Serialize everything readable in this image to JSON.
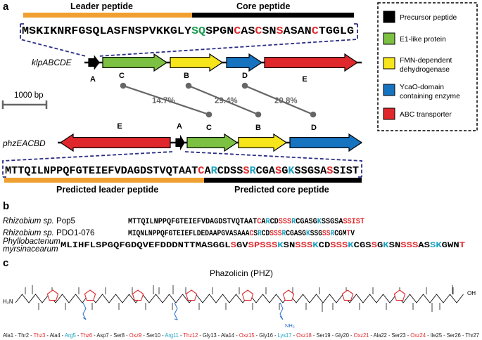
{
  "colors": {
    "orange": "#f0a030",
    "black": "#000000",
    "green": "#7dc142",
    "yellow": "#f7e51b",
    "blue": "#1673c0",
    "red": "#e0282c",
    "navy": "#2b2e84",
    "grey": "#666666",
    "seq_red": "#e0282c",
    "seq_teal": "#1aa0c0",
    "seq_green": "#1a9a50",
    "arg_blue": "#2a6fc7"
  },
  "panel_a": {
    "letter": "a",
    "leader_label": "Leader peptide",
    "core_label": "Core peptide",
    "klp_seq": [
      {
        "t": "MSKIKNRFGSQLASFNSPVKKGLY",
        "c": "black"
      },
      {
        "t": "SQ",
        "c": "seq_green"
      },
      {
        "t": "SPGN",
        "c": "black"
      },
      {
        "t": "C",
        "c": "seq_red"
      },
      {
        "t": "AS",
        "c": "black"
      },
      {
        "t": "C",
        "c": "seq_red"
      },
      {
        "t": "SN",
        "c": "black"
      },
      {
        "t": "S",
        "c": "seq_red"
      },
      {
        "t": "ASAN",
        "c": "black"
      },
      {
        "t": "C",
        "c": "seq_red"
      },
      {
        "t": "TGGLG",
        "c": "black"
      }
    ],
    "klp_operon": "klpABCDE",
    "phz_operon": "phzEACBD",
    "klp_genes": [
      {
        "letter": "A",
        "color": "black"
      },
      {
        "letter": "C",
        "color": "green"
      },
      {
        "letter": "B",
        "color": "yellow"
      },
      {
        "letter": "D",
        "color": "blue"
      },
      {
        "letter": "E",
        "color": "red"
      }
    ],
    "phz_genes": [
      {
        "letter": "E",
        "color": "red"
      },
      {
        "letter": "A",
        "color": "black"
      },
      {
        "letter": "C",
        "color": "green"
      },
      {
        "letter": "B",
        "color": "yellow"
      },
      {
        "letter": "D",
        "color": "blue"
      }
    ],
    "scale_label": "1000 bp",
    "identities": [
      "14.7%",
      "29.4%",
      "20.8%"
    ],
    "phz_seq": [
      {
        "t": "MTTQILNPPQFGTEIEFVDAGDSTVQTAAT",
        "c": "black"
      },
      {
        "t": "C",
        "c": "seq_red"
      },
      {
        "t": "A",
        "c": "black"
      },
      {
        "t": "R",
        "c": "seq_teal"
      },
      {
        "t": "CDSS",
        "c": "black"
      },
      {
        "t": "S",
        "c": "seq_red"
      },
      {
        "t": "R",
        "c": "seq_teal"
      },
      {
        "t": "CGA",
        "c": "black"
      },
      {
        "t": "S",
        "c": "seq_red"
      },
      {
        "t": "G",
        "c": "black"
      },
      {
        "t": "K",
        "c": "seq_teal"
      },
      {
        "t": "SSGSA",
        "c": "black"
      },
      {
        "t": "S",
        "c": "seq_red"
      },
      {
        "t": "SIST",
        "c": "black"
      }
    ],
    "pred_leader_label": "Predicted leader peptide",
    "pred_core_label": "Predicted core peptide",
    "legend": [
      {
        "label": "Precursor peptide",
        "color": "black"
      },
      {
        "label": "E1-like protein",
        "color": "green"
      },
      {
        "label": "FMN-dependent dehydrogenase",
        "color": "yellow"
      },
      {
        "label": "YcaO-domain containing enzyme",
        "color": "blue"
      },
      {
        "label": "ABC transporter",
        "color": "red"
      }
    ]
  },
  "panel_b": {
    "letter": "b",
    "rows": [
      {
        "genus": "Rhizobium sp.",
        "strain": "Pop5",
        "seq": [
          {
            "t": "MTTQILNPPQFGTEIEFVDAGDSTVQTAAT",
            "c": "black"
          },
          {
            "t": "C",
            "c": "seq_red"
          },
          {
            "t": "A",
            "c": "black"
          },
          {
            "t": "R",
            "c": "seq_teal"
          },
          {
            "t": "CD",
            "c": "black"
          },
          {
            "t": "SSS",
            "c": "seq_red"
          },
          {
            "t": "R",
            "c": "seq_teal"
          },
          {
            "t": "C",
            "c": "black"
          },
          {
            "t": "GAS",
            "c": "black"
          },
          {
            "t": "G",
            "c": "black"
          },
          {
            "t": "K",
            "c": "seq_teal"
          },
          {
            "t": "SSGSA",
            "c": "black"
          },
          {
            "t": "SSIST",
            "c": "seq_red"
          }
        ]
      },
      {
        "genus": "Rhizobium sp.",
        "strain": "PDO1-076",
        "seq": [
          {
            "t": "MIQNLNPPQFGTEIEFLDEDAAPGVASAAA",
            "c": "black"
          },
          {
            "t": "C",
            "c": "seq_red"
          },
          {
            "t": "S",
            "c": "black"
          },
          {
            "t": "R",
            "c": "seq_teal"
          },
          {
            "t": "CD",
            "c": "black"
          },
          {
            "t": "SSS",
            "c": "seq_red"
          },
          {
            "t": "R",
            "c": "seq_teal"
          },
          {
            "t": "CGASG",
            "c": "black"
          },
          {
            "t": "K",
            "c": "seq_teal"
          },
          {
            "t": "SSG",
            "c": "black"
          },
          {
            "t": "SS",
            "c": "seq_red"
          },
          {
            "t": "R",
            "c": "seq_teal"
          },
          {
            "t": "CGM",
            "c": "black"
          },
          {
            "t": "T",
            "c": "seq_red"
          },
          {
            "t": "V",
            "c": "black"
          }
        ]
      },
      {
        "genus": "Phyllobacterium",
        "strain": "myrsinacearum",
        "seq": [
          {
            "t": "MLIHFLSPGQFGDQVEFDDDNTTMASGGL",
            "c": "black"
          },
          {
            "t": "S",
            "c": "seq_red"
          },
          {
            "t": "GV",
            "c": "black"
          },
          {
            "t": "SPSSS",
            "c": "seq_red"
          },
          {
            "t": "K",
            "c": "seq_teal"
          },
          {
            "t": "SN",
            "c": "black"
          },
          {
            "t": "SSS",
            "c": "seq_red"
          },
          {
            "t": "K",
            "c": "seq_teal"
          },
          {
            "t": "CD",
            "c": "black"
          },
          {
            "t": "SSS",
            "c": "seq_red"
          },
          {
            "t": "K",
            "c": "seq_teal"
          },
          {
            "t": "CGS",
            "c": "black"
          },
          {
            "t": "S",
            "c": "seq_red"
          },
          {
            "t": "G",
            "c": "black"
          },
          {
            "t": "K",
            "c": "seq_teal"
          },
          {
            "t": "SN",
            "c": "black"
          },
          {
            "t": "SSS",
            "c": "seq_red"
          },
          {
            "t": "AS",
            "c": "black"
          },
          {
            "t": "SK",
            "c": "seq_teal"
          },
          {
            "t": "GWN",
            "c": "black"
          },
          {
            "t": "T",
            "c": "seq_red"
          }
        ]
      }
    ]
  },
  "panel_c": {
    "letter": "c",
    "title": "Phazolicin (PHZ)",
    "nh2": "H₂N",
    "oh": "OH",
    "nh2_side": "NH₂",
    "residues": [
      {
        "t": "Ala1",
        "c": "black"
      },
      {
        "t": "Thr2",
        "c": "black"
      },
      {
        "t": "Thz3",
        "c": "red"
      },
      {
        "t": "Ala4",
        "c": "black"
      },
      {
        "t": "Arg5",
        "c": "blue"
      },
      {
        "t": "Thz6",
        "c": "red"
      },
      {
        "t": "Asp7",
        "c": "black"
      },
      {
        "t": "Ser8",
        "c": "black"
      },
      {
        "t": "Oxz9",
        "c": "red"
      },
      {
        "t": "Ser10",
        "c": "black"
      },
      {
        "t": "Arg11",
        "c": "blue"
      },
      {
        "t": "Thz12",
        "c": "red"
      },
      {
        "t": "Gly13",
        "c": "black"
      },
      {
        "t": "Ala14",
        "c": "black"
      },
      {
        "t": "Oxz15",
        "c": "red"
      },
      {
        "t": "Gly16",
        "c": "black"
      },
      {
        "t": "Lys17",
        "c": "blue"
      },
      {
        "t": "Oxz18",
        "c": "red"
      },
      {
        "t": "Ser19",
        "c": "black"
      },
      {
        "t": "Gly20",
        "c": "black"
      },
      {
        "t": "Oxz21",
        "c": "red"
      },
      {
        "t": "Ala22",
        "c": "black"
      },
      {
        "t": "Ser23",
        "c": "black"
      },
      {
        "t": "Oxz24",
        "c": "red"
      },
      {
        "t": "Ile25",
        "c": "black"
      },
      {
        "t": "Ser26",
        "c": "black"
      },
      {
        "t": "Thr27",
        "c": "black"
      }
    ]
  }
}
